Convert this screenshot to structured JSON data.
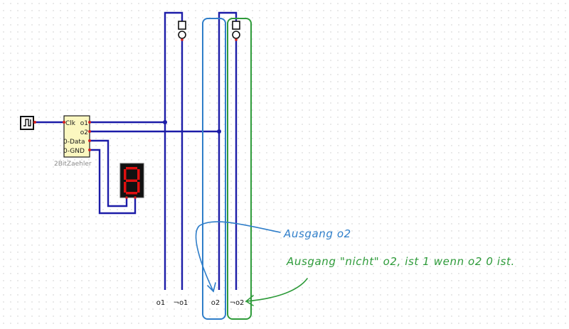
{
  "canvas": {
    "grid_color": "#c8c8c8",
    "wire_color": "#1c1ca8",
    "pin_red": "#d32020"
  },
  "counter": {
    "name": "2BitZaehler",
    "pins": [
      "Clk",
      "o1",
      "o2",
      "0-Data",
      "0-GND"
    ],
    "fill": "#fbf7c0"
  },
  "clock": {
    "icon": "clock-pulse-icon"
  },
  "seven_segment": {
    "digit": "8",
    "color": "#e01010"
  },
  "outputs": [
    "o1",
    "¬o1",
    "o2",
    "¬o2"
  ],
  "notes": {
    "o2": {
      "text": "Ausgang o2",
      "color": "#2f7ec9"
    },
    "not_o2": {
      "text": "Ausgang \"nicht\" o2, ist 1 wenn o2 0 ist.",
      "color": "#2e9b3a"
    }
  }
}
